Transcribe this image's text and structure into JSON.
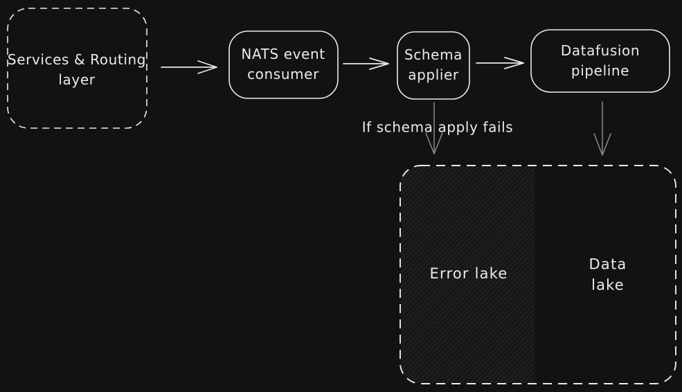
{
  "colors": {
    "background": "#121212",
    "stroke": "#ebebeb",
    "arrow_muted": "#8a8a8a",
    "hatch": "#282828"
  },
  "nodes": {
    "services": {
      "label": "Services & Routing\nlayer"
    },
    "nats": {
      "label": "NATS event\nconsumer"
    },
    "schema": {
      "label": "Schema\napplier"
    },
    "datafusion": {
      "label": "Datafusion pipeline"
    },
    "error_lake": {
      "label": "Error lake"
    },
    "data_lake": {
      "label": "Data lake"
    }
  },
  "annotations": {
    "schema_fail": "If schema apply fails"
  }
}
